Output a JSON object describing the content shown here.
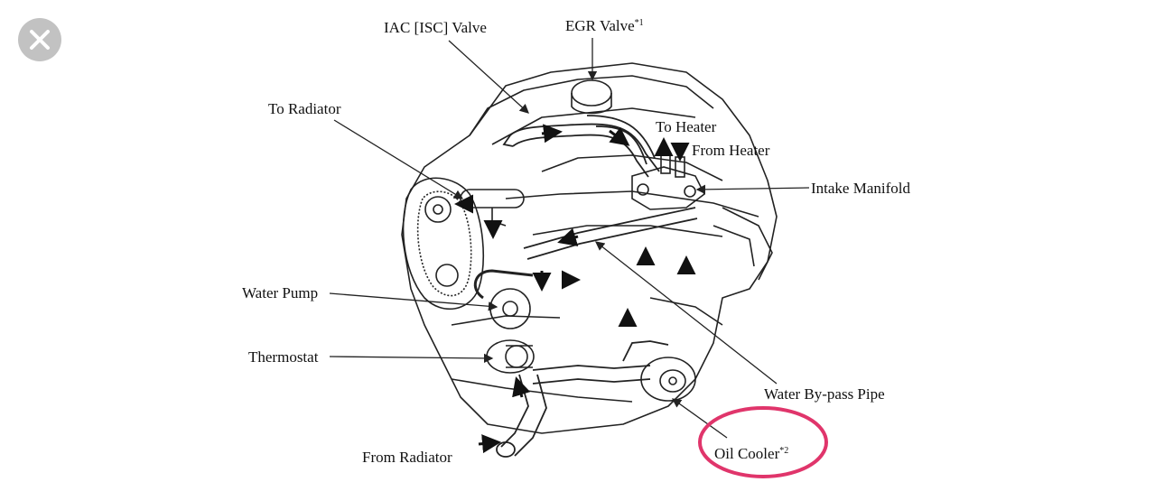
{
  "labels": {
    "iac_valve": "IAC [ISC] Valve",
    "egr_valve": "EGR Valve",
    "egr_note": "*1",
    "to_radiator": "To Radiator",
    "to_heater": "To Heater",
    "from_heater": "From Heater",
    "intake_manifold": "Intake Manifold",
    "water_pump": "Water Pump",
    "thermostat": "Thermostat",
    "water_bypass_pipe": "Water By-pass Pipe",
    "oil_cooler": "Oil Cooler",
    "oil_cooler_note": "*2",
    "from_radiator": "From Radiator"
  },
  "colors": {
    "highlight_circle": "#e0356b",
    "close_button_bg": "#c2c2c2",
    "line_art": "#222222"
  },
  "icons": {
    "close": "close-icon"
  }
}
